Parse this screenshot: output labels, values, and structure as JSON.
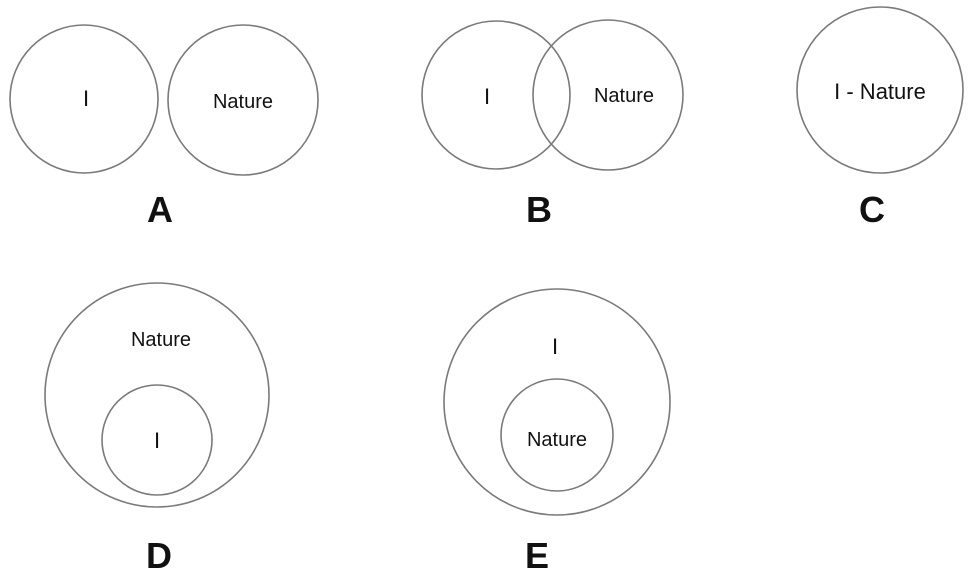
{
  "panels": {
    "a": {
      "letter": "A",
      "left": "I",
      "right": "Nature"
    },
    "b": {
      "letter": "B",
      "left": "I",
      "right": "Nature"
    },
    "c": {
      "letter": "C",
      "single": "I - Nature"
    },
    "d": {
      "letter": "D",
      "outer": "Nature",
      "inner": "I"
    },
    "e": {
      "letter": "E",
      "outer": "I",
      "inner": "Nature"
    }
  },
  "colors": {
    "stroke": "#7a7a7a",
    "text": "#111111",
    "background": "#ffffff"
  }
}
